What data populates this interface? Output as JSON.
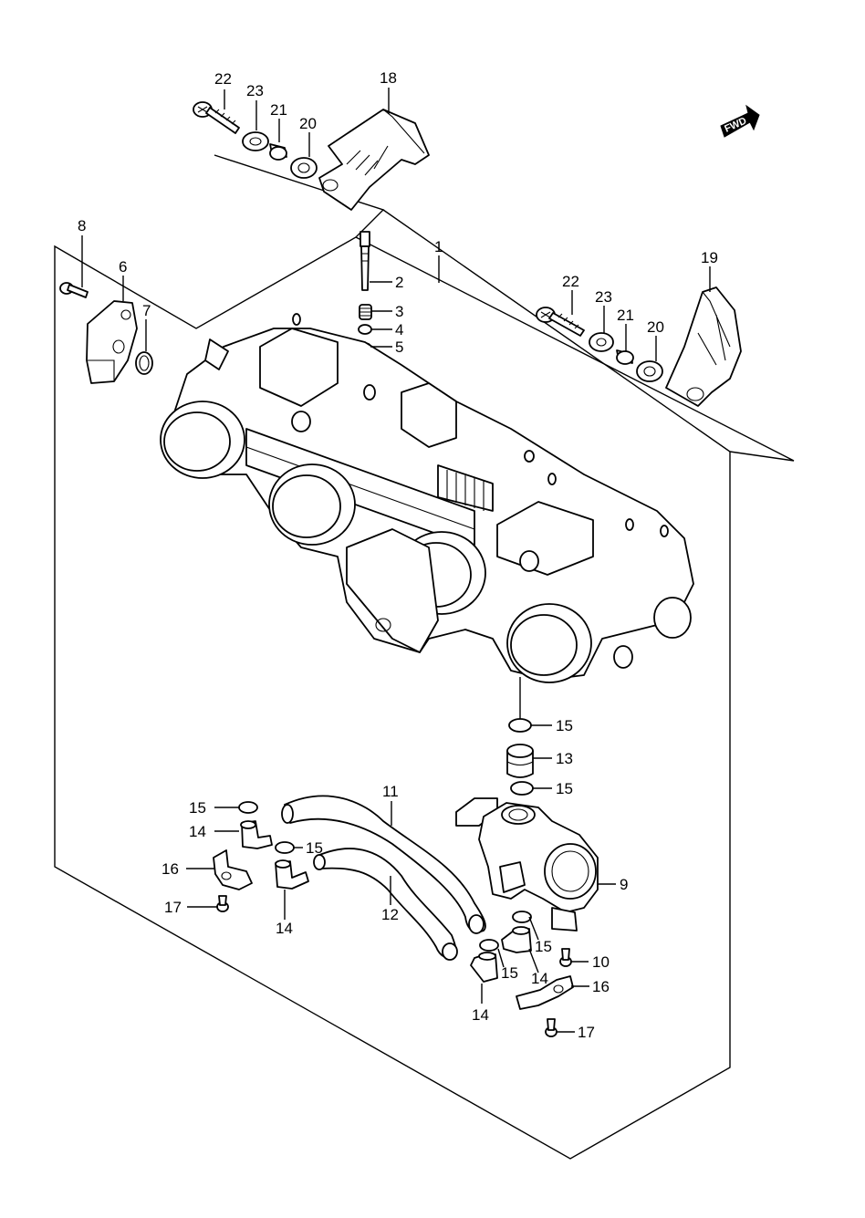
{
  "callouts": {
    "p1": "1",
    "p2": "2",
    "p3": "3",
    "p4": "4",
    "p5": "5",
    "p6": "6",
    "p7": "7",
    "p8": "8",
    "p9": "9",
    "p10": "10",
    "p11": "11",
    "p12": "12",
    "p13": "13",
    "p14a": "14",
    "p14b": "14",
    "p14c": "14",
    "p14d": "14",
    "p15a": "15",
    "p15b": "15",
    "p15c": "15",
    "p15d": "15",
    "p15e": "15",
    "p15f": "15",
    "p16a": "16",
    "p16b": "16",
    "p17a": "17",
    "p17b": "17",
    "p18": "18",
    "p19": "19",
    "p20a": "20",
    "p20b": "20",
    "p21a": "21",
    "p21b": "21",
    "p22a": "22",
    "p22b": "22",
    "p23a": "23",
    "p23b": "23"
  },
  "fwd_label": "FWD"
}
